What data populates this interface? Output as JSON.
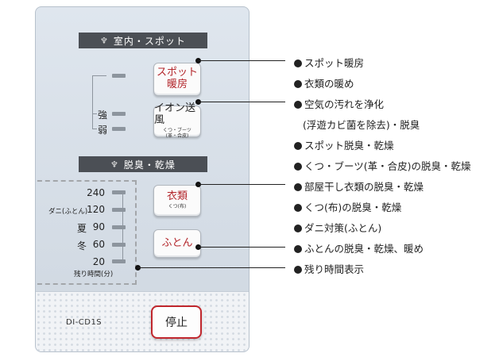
{
  "panel": {
    "sections": [
      {
        "title": "室内・スポット",
        "icon": "sharp-emblem-icon"
      },
      {
        "title": "脱臭・乾燥",
        "icon": "sharp-emblem-icon"
      }
    ],
    "buttons": {
      "spot": {
        "line1": "スポット",
        "line2": "暖房"
      },
      "ion": {
        "label": "イオン送風",
        "sub1": "くつ・ブーツ",
        "sub2": "(革・合皮)"
      },
      "clothes": {
        "label": "衣類",
        "sub": "くつ(布)"
      },
      "futon": {
        "label": "ふとん"
      },
      "stop": {
        "label": "停止"
      }
    },
    "ion_levels": [
      "強",
      "弱"
    ],
    "timer": {
      "values": [
        "240",
        "120",
        "90",
        "60",
        "20"
      ],
      "tags": [
        "",
        "ダニ(ふとん)",
        "夏",
        "冬",
        ""
      ],
      "caption": "残り時間(分)"
    },
    "model": "DI-CD1S"
  },
  "annotations": [
    {
      "bullet": true,
      "text": "スポット暖房"
    },
    {
      "bullet": true,
      "text": "衣類の暖め"
    },
    {
      "bullet": true,
      "text": "空気の汚れを浄化"
    },
    {
      "bullet": false,
      "text": "(浮遊カビ菌を除去)・脱臭"
    },
    {
      "bullet": true,
      "text": "スポット脱臭・乾燥"
    },
    {
      "bullet": true,
      "text": "くつ・ブーツ(革・合皮)の脱臭・乾燥"
    },
    {
      "bullet": true,
      "text": "部屋干し衣類の脱臭・乾燥"
    },
    {
      "bullet": true,
      "text": "くつ(布)の脱臭・乾燥"
    },
    {
      "bullet": true,
      "text": "ダニ対策(ふとん)"
    },
    {
      "bullet": true,
      "text": "ふとんの脱臭・乾燥、暖め"
    },
    {
      "bullet": true,
      "text": "残り時間表示"
    }
  ]
}
